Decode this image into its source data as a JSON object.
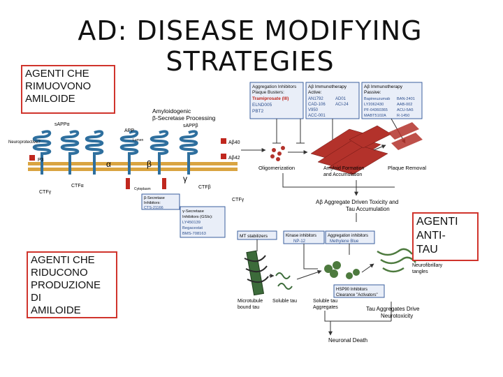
{
  "title": {
    "line1": "AD: DISEASE MODIFYING",
    "line2": "STRATEGIES"
  },
  "callouts": {
    "remove": [
      "AGENTI CHE",
      "RIMUOVONO",
      "AMILOIDE"
    ],
    "reduce": [
      "AGENTI CHE",
      "RIDUCONO",
      "PRODUZIONE DI",
      "AMILOIDE"
    ],
    "antitau": [
      "AGENTI",
      "ANTI-",
      "TAU"
    ]
  },
  "figure": {
    "agg_box": {
      "title": "Aggregation Inhibitors",
      "sub": "Plaque Busters:",
      "items": [
        "Tramiprosate (III)",
        "ELND005",
        "PBT2"
      ]
    },
    "active_box": {
      "title": "Aβ Immunotherapy",
      "sub": "Active:",
      "items": [
        "AN1792",
        "CAD-106",
        "V950",
        "ACC-001",
        "AD01",
        "ACI-24"
      ]
    },
    "passive_box": {
      "title": "Aβ Immunotherapy",
      "sub": "Passive:",
      "items": [
        "Bapineuzumab",
        "LY2062430",
        "PF-04360365",
        "MABT5102A",
        "BAN-2401",
        "AAB-002",
        "ACU-5A5",
        "R-1450"
      ]
    },
    "amyloidogenic": [
      "Amyloidogenic",
      "β-Secretase Processing"
    ],
    "labels": {
      "sappa": "sAPPα",
      "sappb": "sAPPβ",
      "app": "APP",
      "lumen": "Lumen",
      "neuroprotective": "Neuroprotective?",
      "p3": "P3",
      "ctfg1": "CTFγ",
      "ctfa": "CTFα",
      "alpha": "α",
      "beta": "β",
      "gamma": "γ",
      "cytoplasm": "Cytoplasm",
      "ctfb": "CTFβ",
      "ctfg2": "CTFγ",
      "ab40": "Aβ40",
      "ab42": "Aβ42"
    },
    "beta_box": [
      "β-Secretase",
      "Inhibitors:",
      "CTS-21166"
    ],
    "gamma_box": [
      "γ-Secretase",
      "Inhibitors (GSIs):",
      "LY450139",
      "Begacestat",
      "BMS-708163"
    ],
    "stages": {
      "oligo": "Oligomerization",
      "fibril": [
        "Amyloid Formation",
        "and Accumulation"
      ],
      "plaque_removal": "Plaque Removal"
    },
    "toxicity": [
      "Aβ Aggregate Driven Toxicity and",
      "Tau Accumulation"
    ],
    "tau_boxes": {
      "mt": "MT stabilizers",
      "kinase": [
        "Kinase inhibitors",
        "NP-12"
      ],
      "tagg": [
        "Aggregation inhibitors",
        "Methylene Blue"
      ],
      "hsp": [
        "HSP90 Inhibitors",
        "Clearance \"Activators\""
      ]
    },
    "tau_labels": {
      "mt_bound": [
        "Microtubule",
        "bound tau"
      ],
      "soluble": "Soluble tau",
      "soluble_agg": [
        "Soluble tau",
        "Aggregates"
      ],
      "nft": [
        "Neurofibrillary",
        "tangles"
      ],
      "drive": [
        "Tau Aggregates Drive",
        "Neurotoxicity"
      ],
      "death": "Neuronal Death"
    }
  },
  "colors": {
    "accent_red": "#d0342c",
    "box_blue": "#3a5f9e",
    "helix": "#2e6f9e",
    "fibril": "#b3322b"
  }
}
